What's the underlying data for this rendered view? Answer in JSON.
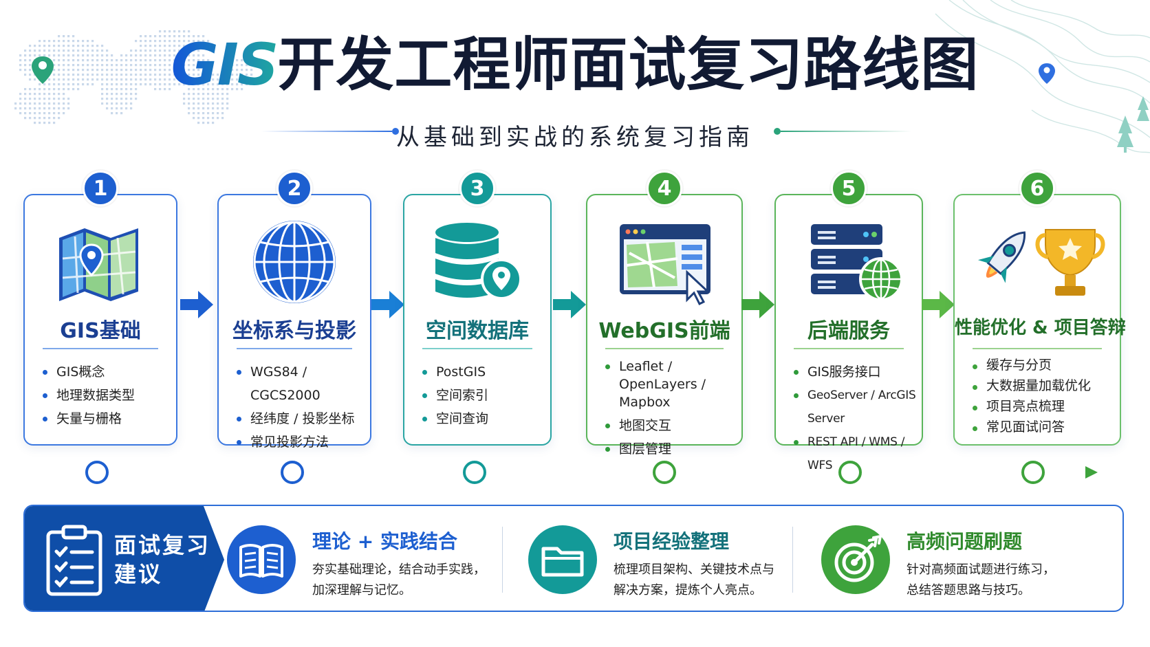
{
  "title": {
    "highlight": "GIS",
    "rest": "开发工程师面试复习路线图"
  },
  "subtitle": "从基础到实战的系统复习指南",
  "colors": {
    "blue": "#1356d8",
    "teal": "#139a98",
    "green": "#3ea33c",
    "navy": "#0f4ea8"
  },
  "steps": [
    {
      "number": "1",
      "icon": "map-icon",
      "title": "GIS基础",
      "color": "#1d5fd0",
      "items": [
        "GIS概念",
        "地理数据类型",
        "矢量与栅格"
      ]
    },
    {
      "number": "2",
      "icon": "globe-icon",
      "title": "坐标系与投影",
      "color": "#1d5fd0",
      "items": [
        "WGS84 / CGCS2000",
        "经纬度 / 投影坐标",
        "常见投影方法"
      ]
    },
    {
      "number": "3",
      "icon": "database-location-icon",
      "title": "空间数据库",
      "color": "#139a98",
      "items": [
        "PostGIS",
        "空间索引",
        "空间查询"
      ]
    },
    {
      "number": "4",
      "icon": "web-map-window-icon",
      "title": "WebGIS前端",
      "color": "#2f9a3a",
      "items": [
        "Leaflet / OpenLayers / Mapbox",
        "地图交互",
        "图层管理"
      ]
    },
    {
      "number": "5",
      "icon": "server-globe-icon",
      "title": "后端服务",
      "color": "#2f9a3a",
      "items": [
        "GIS服务接口",
        "GeoServer / ArcGIS Server",
        "REST API / WMS / WFS"
      ]
    },
    {
      "number": "6",
      "icon": "rocket-trophy-icon",
      "title": "性能优化 & 项目答辩",
      "color": "#3ea33c",
      "items": [
        "缓存与分页",
        "大数据量加载优化",
        "项目亮点梳理",
        "常见面试问答"
      ]
    }
  ],
  "advice": {
    "title_line1": "面试复习",
    "title_line2": "建议",
    "tips": [
      {
        "icon": "book-icon",
        "title": "理论 + 实践结合",
        "desc_line1": "夯实基础理论，结合动手实践，",
        "desc_line2": "加深理解与记忆。",
        "color": "#1d5fd0"
      },
      {
        "icon": "folder-icon",
        "title": "项目经验整理",
        "desc_line1": "梳理项目架构、关键技术点与",
        "desc_line2": "解决方案，提炼个人亮点。",
        "color": "#139a98"
      },
      {
        "icon": "target-icon",
        "title": "高频问题刷题",
        "desc_line1": "针对高频面试题进行练习，",
        "desc_line2": "总结答题思路与技巧。",
        "color": "#3ea33c"
      }
    ]
  }
}
